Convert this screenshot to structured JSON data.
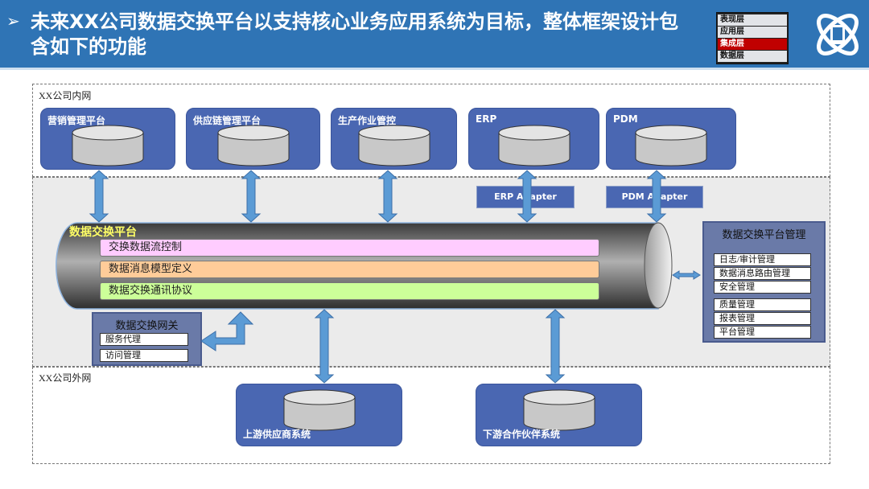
{
  "header": {
    "title": "未来XX公司数据交换平台以支持核心业务应用系统为目标，整体框架设计包含如下的功能",
    "layers": [
      {
        "label": "表现层",
        "active": false
      },
      {
        "label": "应用层",
        "active": false
      },
      {
        "label": "集成层",
        "active": true
      },
      {
        "label": "数据层",
        "active": false
      }
    ],
    "logo_icon": "atom-tablet-icon"
  },
  "zones": {
    "intranet": "XX公司内网",
    "extranet": "XX公司外网"
  },
  "internal_systems": [
    "营销管理平台",
    "供应链管理平台",
    "生产作业管控",
    "ERP",
    "PDM"
  ],
  "adapters": [
    "ERP Adapter",
    "PDM Adapter"
  ],
  "platform": {
    "title": "数据交换平台",
    "layers": [
      "交换数据流控制",
      "数据消息模型定义",
      "数据交换通讯协议"
    ]
  },
  "gateway": {
    "title": "数据交换网关",
    "items": [
      "服务代理",
      "访问管理"
    ]
  },
  "management": {
    "title": "数据交换平台管理",
    "items": [
      "日志/审计管理",
      "数据消息路由管理",
      "安全管理",
      "质量管理",
      "报表管理",
      "平台管理"
    ]
  },
  "external_systems": [
    "上游供应商系统",
    "下游合作伙伴系统"
  ],
  "colors": {
    "header": "#2F74B5",
    "system_box": "#4A67B2",
    "arrow": "#5B9BD5",
    "active_layer": "#C00000",
    "bar1": "#FFCCFF",
    "bar2": "#FFCC99",
    "bar3": "#CCFF99",
    "platform_title": "#FFFF66"
  }
}
